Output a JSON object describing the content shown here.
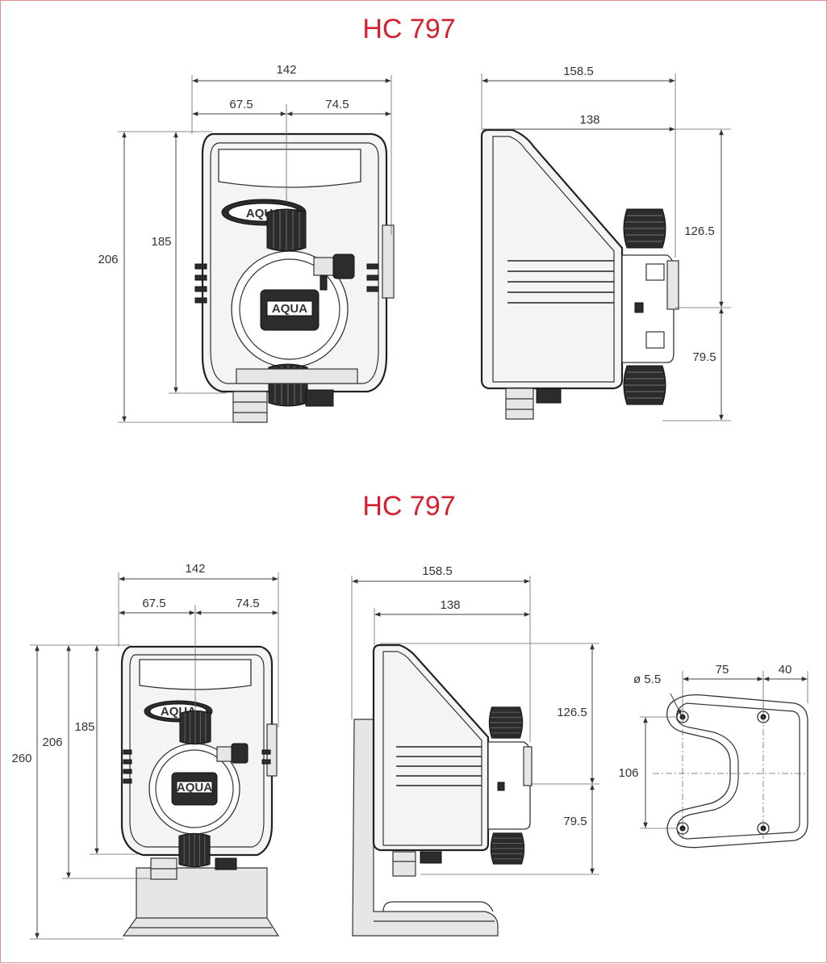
{
  "titles": {
    "top": "HC 797",
    "bottom": "HC 797"
  },
  "top_front": {
    "width_total": "142",
    "left_half": "67.5",
    "right_half": "74.5",
    "height_total": "206",
    "height_inner": "185",
    "logo": "AQUA"
  },
  "top_side": {
    "depth_total": "158.5",
    "depth_inner": "138",
    "upper_height": "126.5",
    "lower_height": "79.5"
  },
  "bottom_front": {
    "width_total": "142",
    "left_half": "67.5",
    "right_half": "74.5",
    "height_stand": "260",
    "height_total": "206",
    "height_inner": "185",
    "logo": "AQUA"
  },
  "bottom_side": {
    "depth_total": "158.5",
    "depth_inner": "138",
    "upper_height": "126.5",
    "lower_height": "79.5"
  },
  "bracket": {
    "hole_diameter": "ø 5.5",
    "hole_spacing_x": "75",
    "edge_offset": "40",
    "hole_spacing_y": "106"
  },
  "colors": {
    "title": "#d4202f",
    "border": "#e08f95"
  }
}
